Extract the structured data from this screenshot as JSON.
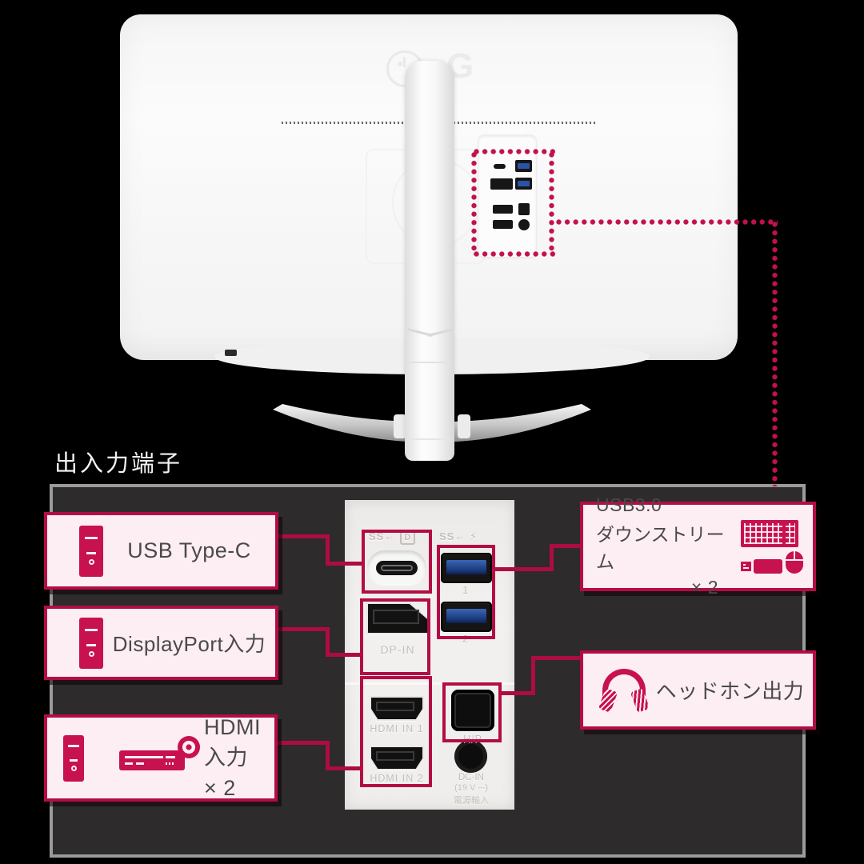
{
  "colors": {
    "background": "#000000",
    "accent": "#b30d46",
    "accent_bright": "#c8114f",
    "callout_bg": "#fdeef3",
    "callout_text": "#4a4a48",
    "panel_bg": "#2d2b2c",
    "panel_border": "#9b9b9b",
    "usb_blue": "#2a52a8",
    "monitor_white": "#f6f6f6",
    "base_silver": "#c9c9c9"
  },
  "monitor": {
    "logo_letter": "G"
  },
  "section_title": "出入力端子",
  "callouts": {
    "usb_c": {
      "label": "USB Type-C"
    },
    "displayport": {
      "label": "DisplayPort入力"
    },
    "hdmi": {
      "label": "HDMI入力",
      "multiplier": "× 2"
    },
    "usb30": {
      "line1": "USB3.0",
      "line2": "ダウンストリーム",
      "multiplier": "× 2"
    },
    "headphone": {
      "label": "ヘッドホン出力"
    }
  },
  "port_panel": {
    "usbc_legend_ss": "SS←",
    "usbc_legend_d": "D",
    "usb_legend_ss": "SS← ⚡",
    "usb_numbers": [
      "1",
      "2"
    ],
    "dp_label": "DP-IN",
    "hdmi_labels": [
      "HDMI IN 1",
      "HDMI IN 2"
    ],
    "hdmi_logo": "HDMI",
    "hp_label": "H/P",
    "dc_line1": "DC-IN",
    "dc_line2": "(19 V ⎓)",
    "dc_line3": "電源輸入"
  },
  "icons": {
    "source_device": "pc-tower-icon",
    "hdmi_source": "media-player-icon",
    "usb_devices": [
      "keyboard-icon",
      "usb-stick-icon",
      "mouse-icon"
    ],
    "audio_device": "headphones-icon"
  }
}
